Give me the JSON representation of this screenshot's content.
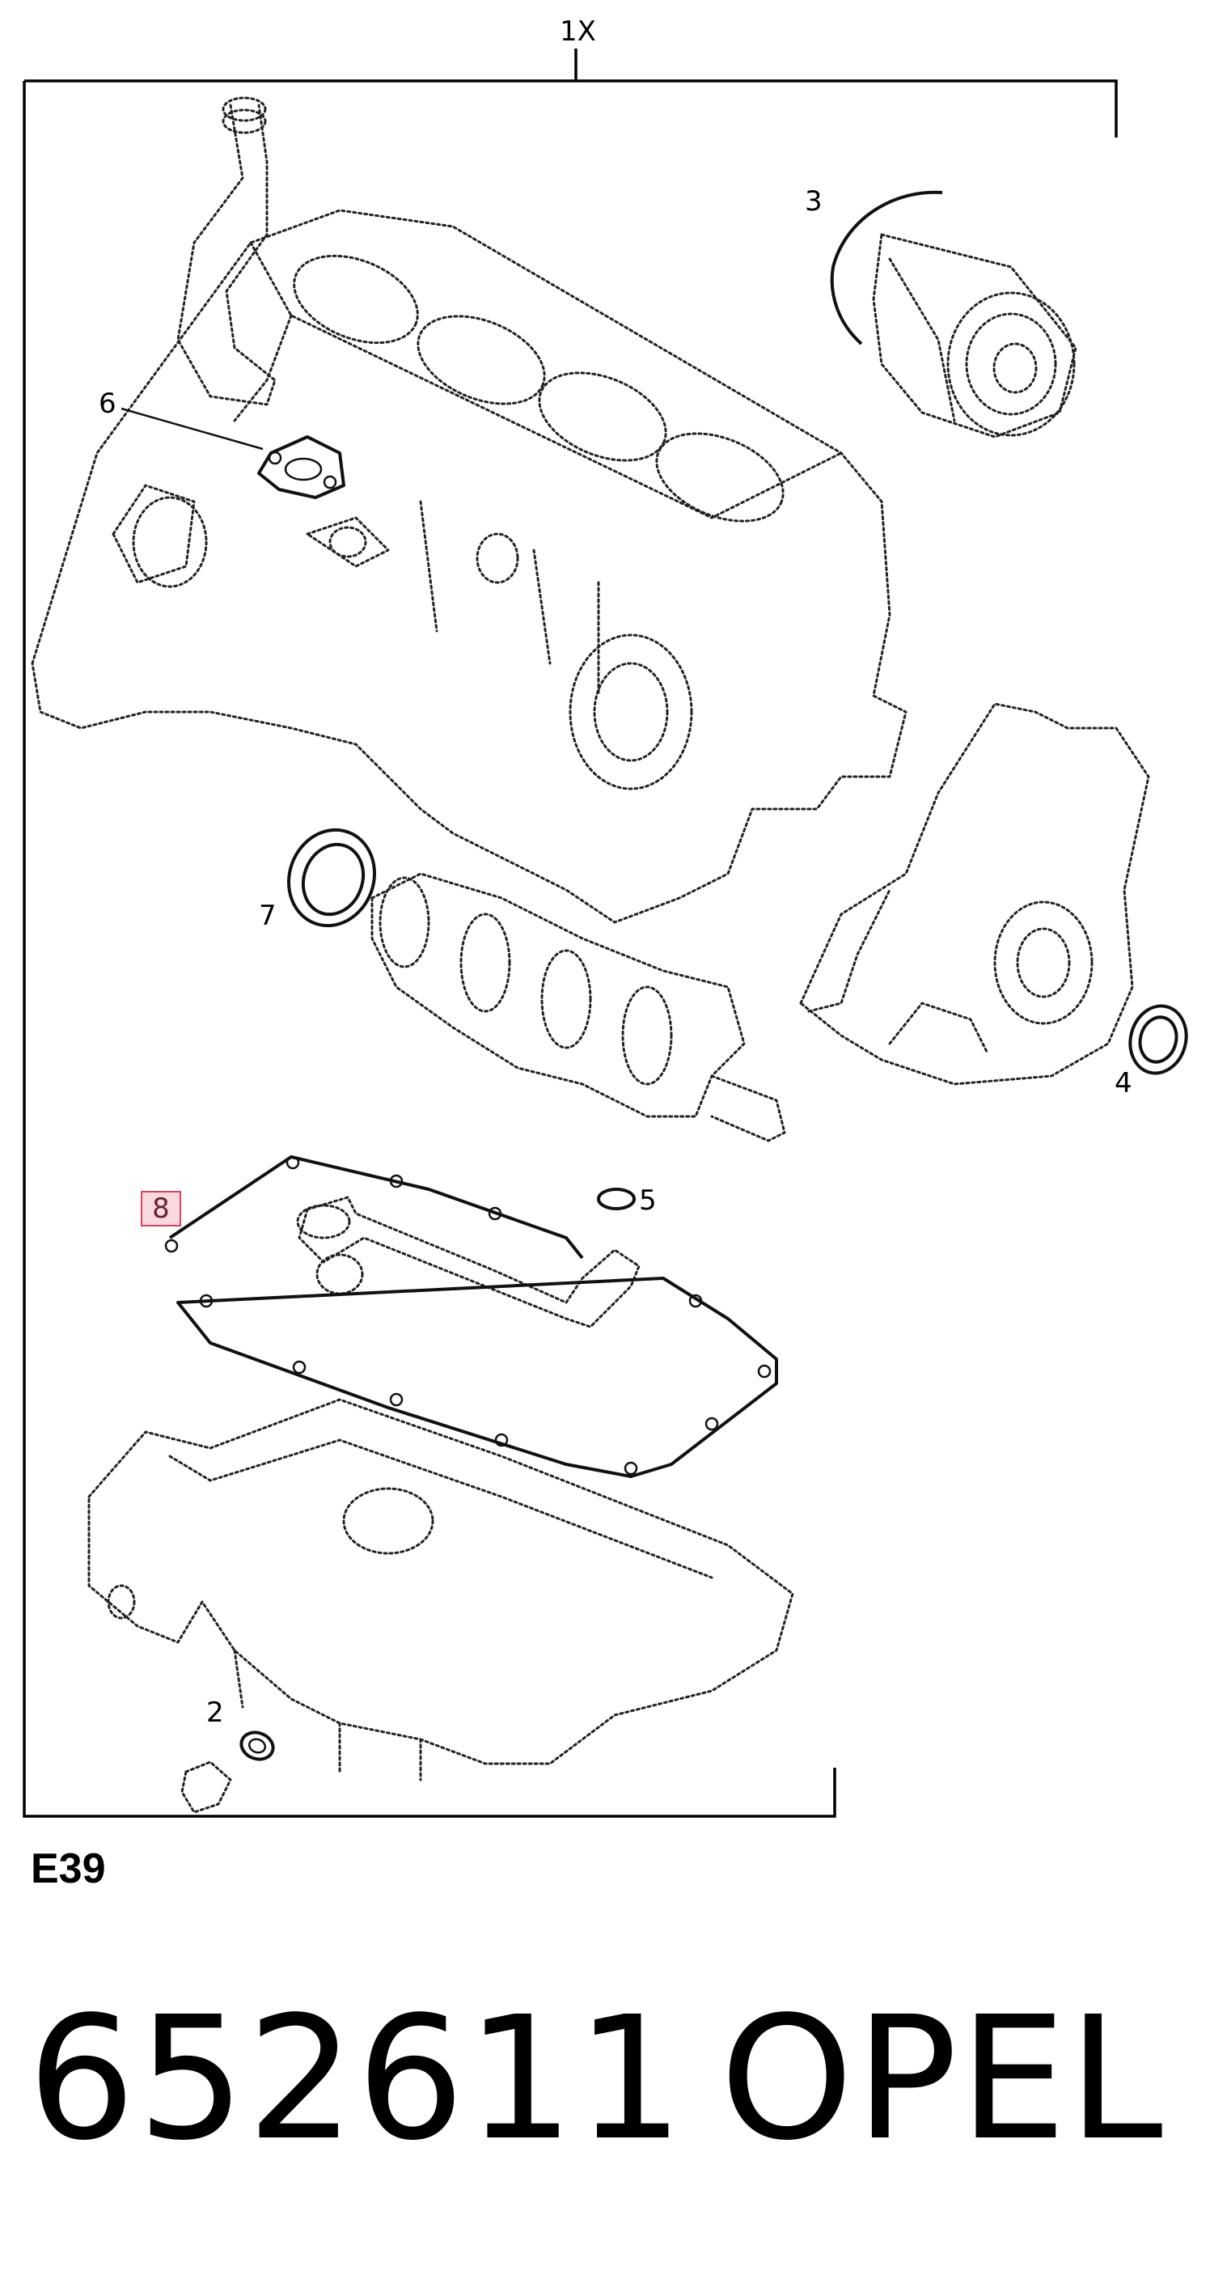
{
  "diagram": {
    "kit_label": "1X",
    "callouts": {
      "c2": "2",
      "c3": "3",
      "c4": "4",
      "c5": "5",
      "c6": "6",
      "c7": "7",
      "c8": "8"
    },
    "section_code": "E39",
    "highlight_color": "#e0405a"
  },
  "footer": {
    "part_number": "652611",
    "brand": "OPEL"
  }
}
